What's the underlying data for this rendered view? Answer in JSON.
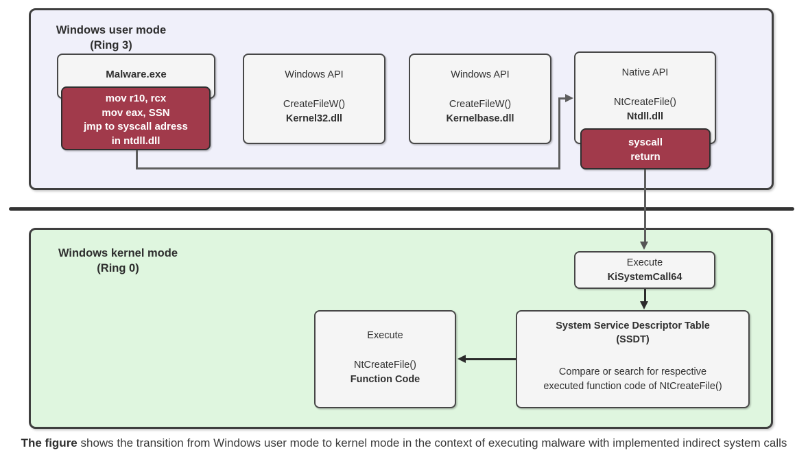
{
  "caption": {
    "lead": "The figure",
    "rest": " shows the transition from Windows user mode to kernel mode in the context of executing malware with implemented indirect system calls"
  },
  "user_mode": {
    "label_line1": "Windows user mode",
    "label_line2": "(Ring 3)",
    "malware": {
      "title": "Malware.exe",
      "code_lines": [
        "mov r10, rcx",
        "mov eax, SSN",
        "jmp to syscall adress",
        "in ntdll.dll"
      ]
    },
    "winapi_kernel32": {
      "title": "Windows API",
      "func": "CreateFileW()",
      "dll": "Kernel32.dll"
    },
    "winapi_kernelbase": {
      "title": "Windows API",
      "func": "CreateFileW()",
      "dll": "Kernelbase.dll"
    },
    "native_api": {
      "title": "Native API",
      "func": "NtCreateFile()",
      "dll": "Ntdll.dll"
    },
    "syscall_box": {
      "line1": "syscall",
      "line2": "return"
    }
  },
  "kernel_mode": {
    "label_line1": "Windows kernel mode",
    "label_line2": "(Ring 0)",
    "kisystemcall": {
      "line1": "Execute",
      "line2": "KiSystemCall64"
    },
    "ssdt": {
      "title_line1": "System Service Descriptor Table",
      "title_line2": "(SSDT)",
      "body_line1": "Compare or search for respective",
      "body_line2": "executed function code of NtCreateFile()"
    },
    "execute_function": {
      "line1": "Execute",
      "line2": "NtCreateFile()",
      "line3": "Function Code"
    }
  },
  "colors": {
    "user_mode_bg": "#f0f0fa",
    "kernel_mode_bg": "#dff6df",
    "node_bg": "#f5f5f5",
    "highlight_red": "#a13a4b",
    "border_dark": "#3f3f3f",
    "connector_gray": "#5e5e5e",
    "connector_dark": "#2b2b2b",
    "divider": "#333333"
  }
}
